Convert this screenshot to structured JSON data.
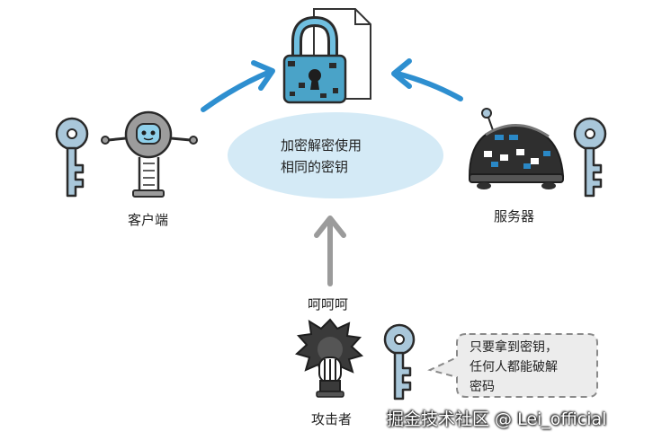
{
  "shared_key_note": {
    "line1": "加密解密使用",
    "line2": "相同的密钥"
  },
  "labels": {
    "client": "客户端",
    "server": "服务器",
    "attacker": "攻击者",
    "laugh": "呵呵呵"
  },
  "speech_bubble": {
    "line1": "只要拿到密钥，",
    "line2": "任何人都能破解",
    "line3": "密码"
  },
  "watermark": "掘金技术社区 @ Lei_official",
  "colors": {
    "arrow_blue": "#2e8fd0",
    "arrow_gray": "#9b9b9b",
    "ellipse_fill": "#d4eaf6",
    "key_fill": "#a9c7da",
    "lock_fill": "#4aa3c8",
    "bubble_fill": "#ececec"
  }
}
